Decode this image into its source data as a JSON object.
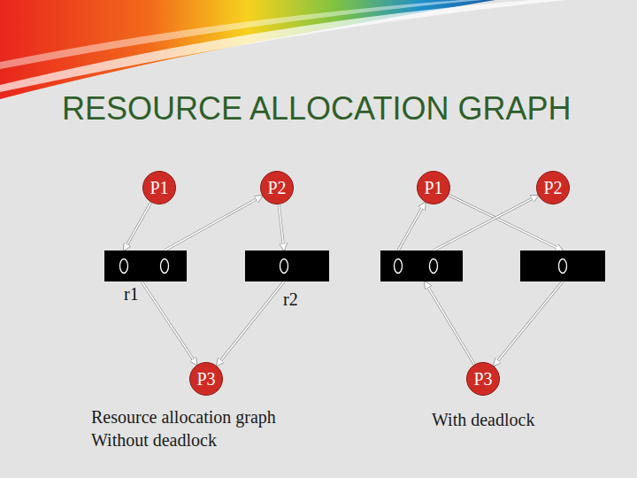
{
  "diagram": {
    "title": "RESOURCE ALLOCATION GRAPH",
    "nodes": [
      {
        "text": [
          "P1"
        ]
      },
      {
        "text": [
          "P2"
        ]
      },
      {
        "text": [
          "P1"
        ]
      },
      {
        "text": [
          "P2"
        ]
      },
      {
        "text": [
          "r1"
        ]
      },
      {
        "text": [
          "r2"
        ]
      },
      {
        "text": []
      },
      {
        "text": []
      },
      {
        "text": [
          "P3"
        ]
      },
      {
        "text": [
          "P3"
        ]
      }
    ],
    "edges": [
      {
        "from": 0,
        "to": 4,
        "arrow": "to"
      },
      {
        "from": 4,
        "to": 1,
        "arrow": "to"
      },
      {
        "from": 1,
        "to": 5,
        "arrow": "to"
      },
      {
        "from": 4,
        "to": 8,
        "arrow": "to"
      },
      {
        "from": 5,
        "to": 8,
        "arrow": "to"
      },
      {
        "from": 6,
        "to": 2,
        "arrow": "to"
      },
      {
        "from": 2,
        "to": 7,
        "arrow": "to"
      },
      {
        "from": 6,
        "to": 3,
        "arrow": "to"
      },
      {
        "from": 7,
        "to": 9,
        "arrow": "to"
      },
      {
        "from": 9,
        "to": 6,
        "arrow": "to"
      }
    ],
    "labels": [
      "Resource allocation graph Without deadlock",
      "With deadlock"
    ]
  }
}
